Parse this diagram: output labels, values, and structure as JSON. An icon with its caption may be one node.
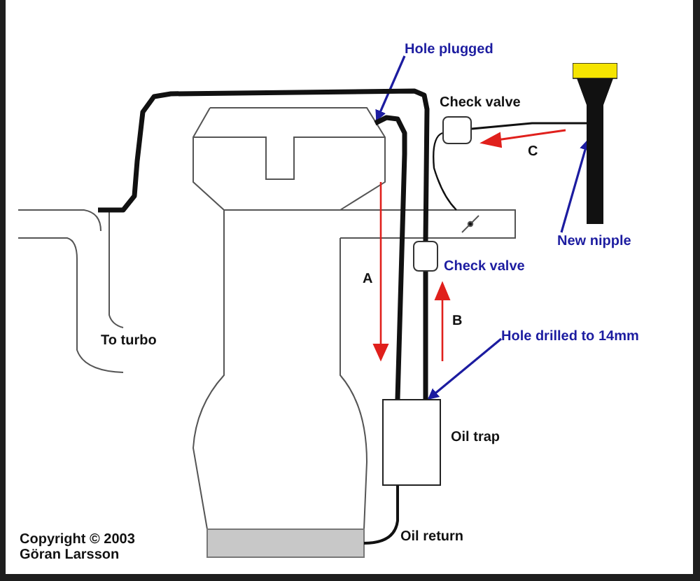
{
  "diagram": {
    "nodes": [
      {
        "text": [
          "Hole plugged"
        ]
      },
      {
        "text": [
          "Check valve"
        ]
      },
      {
        "text": [
          "Check valve"
        ]
      },
      {
        "text": [
          "New nipple"
        ]
      },
      {
        "text": [],
        "shape": "bar"
      },
      {
        "text": [
          "Hole drilled to 14mm"
        ]
      },
      {
        "text": [],
        "shape": "box",
        "beside": [
          "Oil trap"
        ]
      }
    ],
    "edges": [
      {
        "from": 0,
        "to": null,
        "arrow": "to",
        "color": "#1c1ca0"
      },
      {
        "from": 3,
        "to": 4,
        "arrow": "to",
        "color": "#1c1ca0"
      },
      {
        "from": 5,
        "to": 6,
        "arrow": "to",
        "color": "#1c1ca0"
      },
      {
        "from": 1,
        "to": 4,
        "arrow": "none",
        "color": "#111111"
      },
      {
        "from": 2,
        "to": 6,
        "arrow": "none",
        "style": "thick",
        "color": "#111111"
      },
      {
        "from": null,
        "to": 6,
        "arrow": "none",
        "style": "thick",
        "color": "#111111"
      },
      {
        "from": null,
        "to": 2,
        "arrow": "none",
        "style": "thick",
        "color": "#111111"
      }
    ],
    "labels": [
      "To turbo",
      "A",
      "B",
      "C",
      "Oil return",
      "Copyright © 2003 Göran Larsson"
    ]
  }
}
